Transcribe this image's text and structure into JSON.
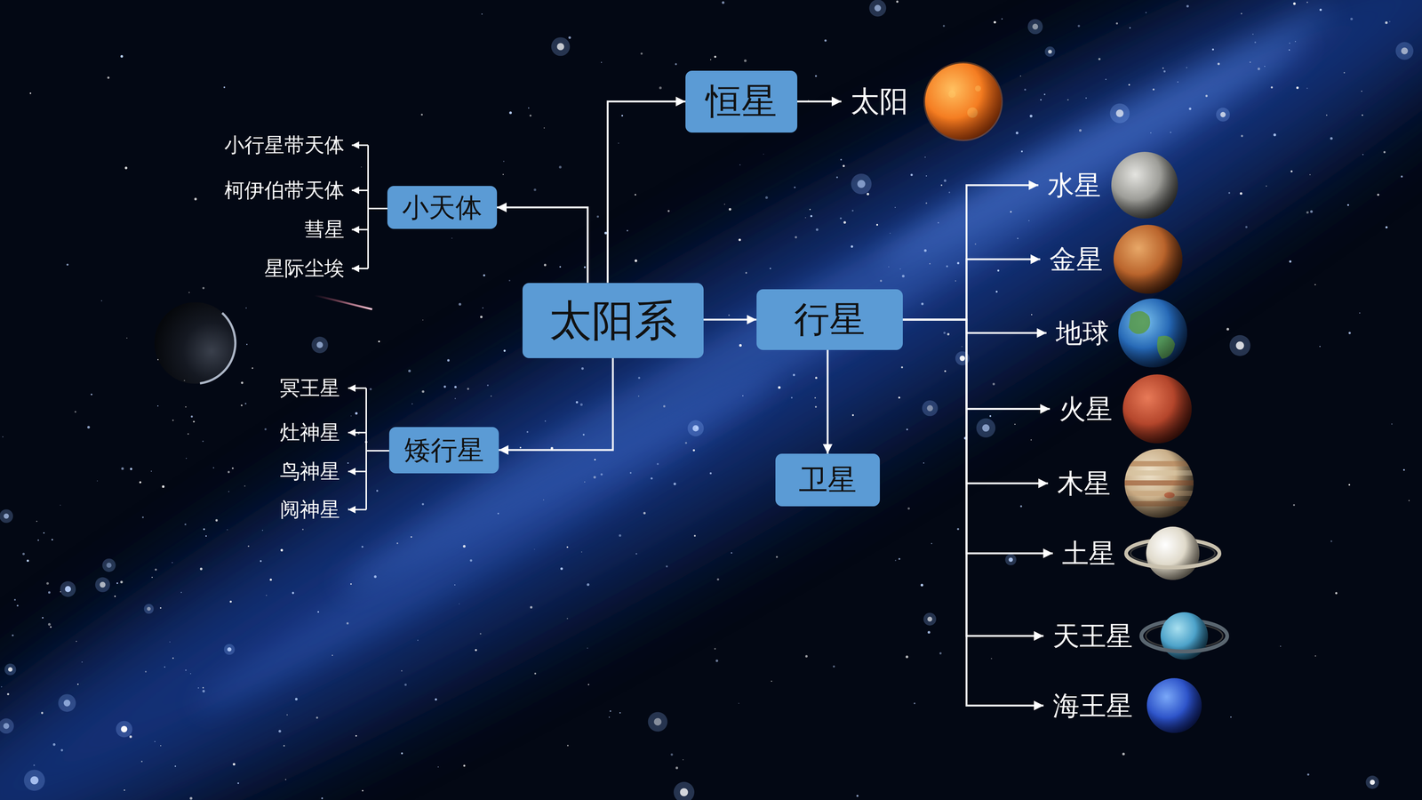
{
  "diagram": {
    "nodes": [
      {
        "text": [
          "太阳系"
        ]
      },
      {
        "text": [
          "恒星"
        ]
      },
      {
        "text": [
          "太阳"
        ]
      },
      {
        "text": [
          "行星"
        ]
      },
      {
        "text": [
          "卫星"
        ]
      },
      {
        "text": [
          "小天体"
        ]
      },
      {
        "text": [
          "矮行星"
        ]
      },
      {
        "text": [
          "水星"
        ]
      },
      {
        "text": [
          "金星"
        ]
      },
      {
        "text": [
          "地球"
        ]
      },
      {
        "text": [
          "火星"
        ]
      },
      {
        "text": [
          "木星"
        ]
      },
      {
        "text": [
          "土星"
        ]
      },
      {
        "text": [
          "天王星"
        ]
      },
      {
        "text": [
          "海王星"
        ]
      }
    ],
    "edges": [
      {
        "from": 0,
        "to": 1,
        "arrow": "to"
      },
      {
        "from": 1,
        "to": 2,
        "arrow": "to"
      },
      {
        "from": 0,
        "to": 3,
        "arrow": "to"
      },
      {
        "from": 3,
        "to": 4,
        "arrow": "to"
      },
      {
        "from": 0,
        "to": 5,
        "arrow": "to"
      },
      {
        "from": 0,
        "to": 6,
        "arrow": "to"
      },
      {
        "from": 3,
        "to": 7,
        "arrow": "to"
      },
      {
        "from": 3,
        "to": 8,
        "arrow": "to"
      },
      {
        "from": 3,
        "to": 9,
        "arrow": "to"
      },
      {
        "from": 3,
        "to": 10,
        "arrow": "to"
      },
      {
        "from": 3,
        "to": 11,
        "arrow": "to"
      },
      {
        "from": 3,
        "to": 12,
        "arrow": "to"
      },
      {
        "from": 3,
        "to": 13,
        "arrow": "to"
      },
      {
        "from": 3,
        "to": 14,
        "arrow": "to"
      }
    ],
    "labels": [
      "小行星带天体",
      "柯伊伯带天体",
      "彗星",
      "星际尘埃",
      "冥王星",
      "灶神星",
      "鸟神星",
      "阋神星"
    ]
  }
}
